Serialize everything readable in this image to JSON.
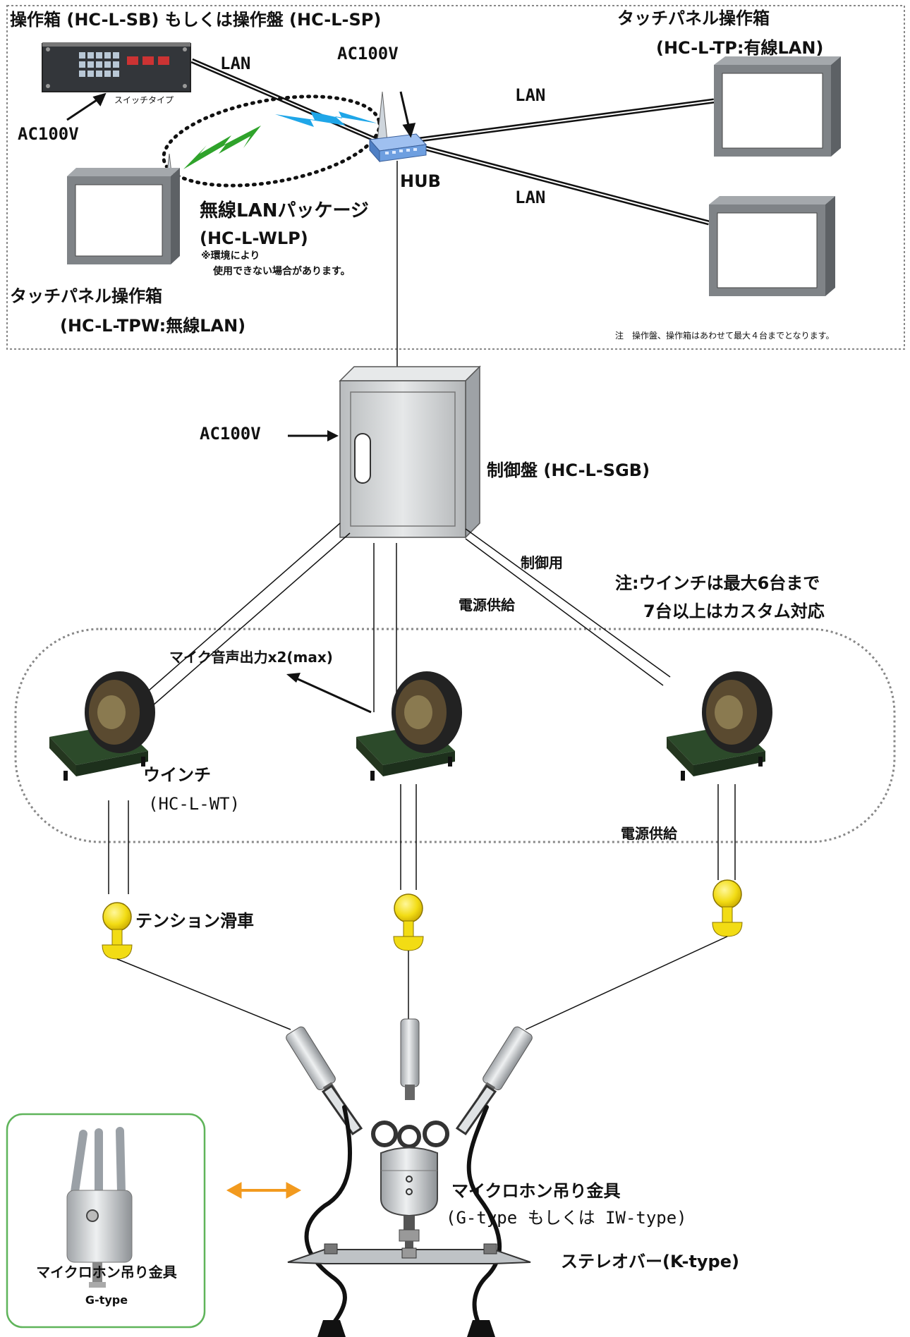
{
  "top_section": {
    "sb_sp_title": "操作箱 (HC-L-SB) もしくは操作盤 (HC-L-SP)",
    "switch_type_caption": "スイッチタイプ",
    "ac_left": "AC100V",
    "ac_hub": "AC100V",
    "lan_top": "LAN",
    "lan_right_upper": "LAN",
    "lan_right_lower": "LAN",
    "hub_label": "HUB",
    "wired_tp_title": "タッチパネル操作箱",
    "wired_tp_model": "(HC-L-TP:有線LAN)",
    "wireless_pkg_title": "無線LANパッケージ",
    "wireless_pkg_model": "(HC-L-WLP)",
    "wireless_pkg_note1": "※環境により",
    "wireless_pkg_note2": "使用できない場合があります。",
    "wireless_tp_title": "タッチパネル操作箱",
    "wireless_tp_model": "(HC-L-TPW:無線LAN)",
    "max_note": "注　操作盤、操作箱はあわせて最大４台までとなります。"
  },
  "control": {
    "ac_label": "AC100V",
    "sgb_label": "制御盤 (HC-L-SGB)",
    "control_use": "制御用",
    "power_supply": "電源供給",
    "winch_note1": "注:ウインチは最大6台まで",
    "winch_note2": "7台以上はカスタム対応"
  },
  "winch": {
    "mic_output": "マイク音声出力x2(max)",
    "winch_title": "ウインチ",
    "winch_model": "(HC-L-WT)",
    "power_supply_lower": "電源供給",
    "tension_pulley": "テンション滑車"
  },
  "bottom": {
    "hanger_title": "マイクロホン吊り金具",
    "hanger_types": "(G-type もしくは IW-type)",
    "stereo_bar": "ステレオバー(K-type)",
    "inset_title": "マイクロホン吊り金具",
    "inset_type": "G-type"
  },
  "colors": {
    "wire": "#111111",
    "cabinet": "#c9ccce",
    "pulley_yellow": "#f2dc14",
    "inset_border": "#5fb45a",
    "arrow_orange": "#f29a1e",
    "bolt_green": "#2fa32b",
    "bolt_blue": "#1fa6e8",
    "hub_blue": "#6e9fe0"
  }
}
